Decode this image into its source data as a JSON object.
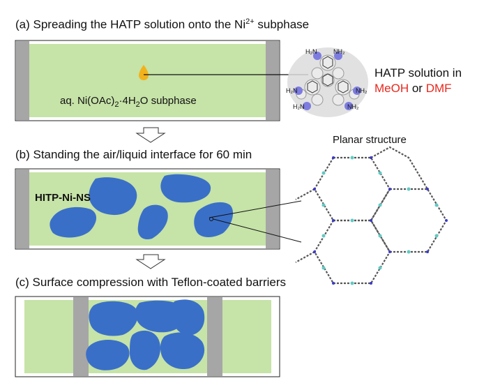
{
  "panel_a": {
    "heading_main": "(a) Spreading the HATP solution onto the Ni",
    "heading_sup": "2+",
    "heading_tail": " subphase",
    "subphase_label_1": "aq. Ni(OAc)",
    "subphase_label_sub": "2",
    "subphase_label_2": "·4H",
    "subphase_label_sub2": "2",
    "subphase_label_3": "O subphase",
    "solution_line1": "HATP solution in",
    "solvent_1": "MeOH",
    "solvent_or": " or ",
    "solvent_2": "DMF",
    "amine_labels": [
      "H₂N",
      "NH₂",
      "H₂N",
      "NH₂",
      "H₂N",
      "NH₂"
    ]
  },
  "panel_b": {
    "heading": "(b) Standing the air/liquid interface for 60 min",
    "nanosheet_label": "HITP-Ni-NS",
    "structure_label": "Planar structure"
  },
  "panel_c": {
    "heading": "(c) Surface compression with Teflon-coated barriers"
  },
  "colors": {
    "subphase": "#c6e3a8",
    "barrier": "#a6a6a6",
    "nanosheet": "#3a6fc8",
    "droplet": "#f2b21c",
    "highlight_text": "#e8281e",
    "arrow_fill": "#ffffff"
  }
}
